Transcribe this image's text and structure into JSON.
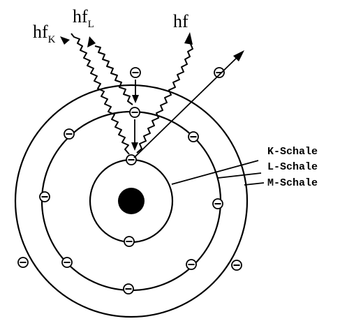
{
  "photons": {
    "hf_k": {
      "base": "hf",
      "subscript": "K"
    },
    "hf_l": {
      "base": "hf",
      "subscript": "L"
    },
    "hf": {
      "base": "hf",
      "subscript": ""
    }
  },
  "shells": {
    "k_label": "K-Schale",
    "l_label": "L-Schale",
    "m_label": "M-Schale"
  },
  "electron_symbol": "⊖",
  "colors": {
    "ink": "#000000",
    "background": "#ffffff"
  }
}
